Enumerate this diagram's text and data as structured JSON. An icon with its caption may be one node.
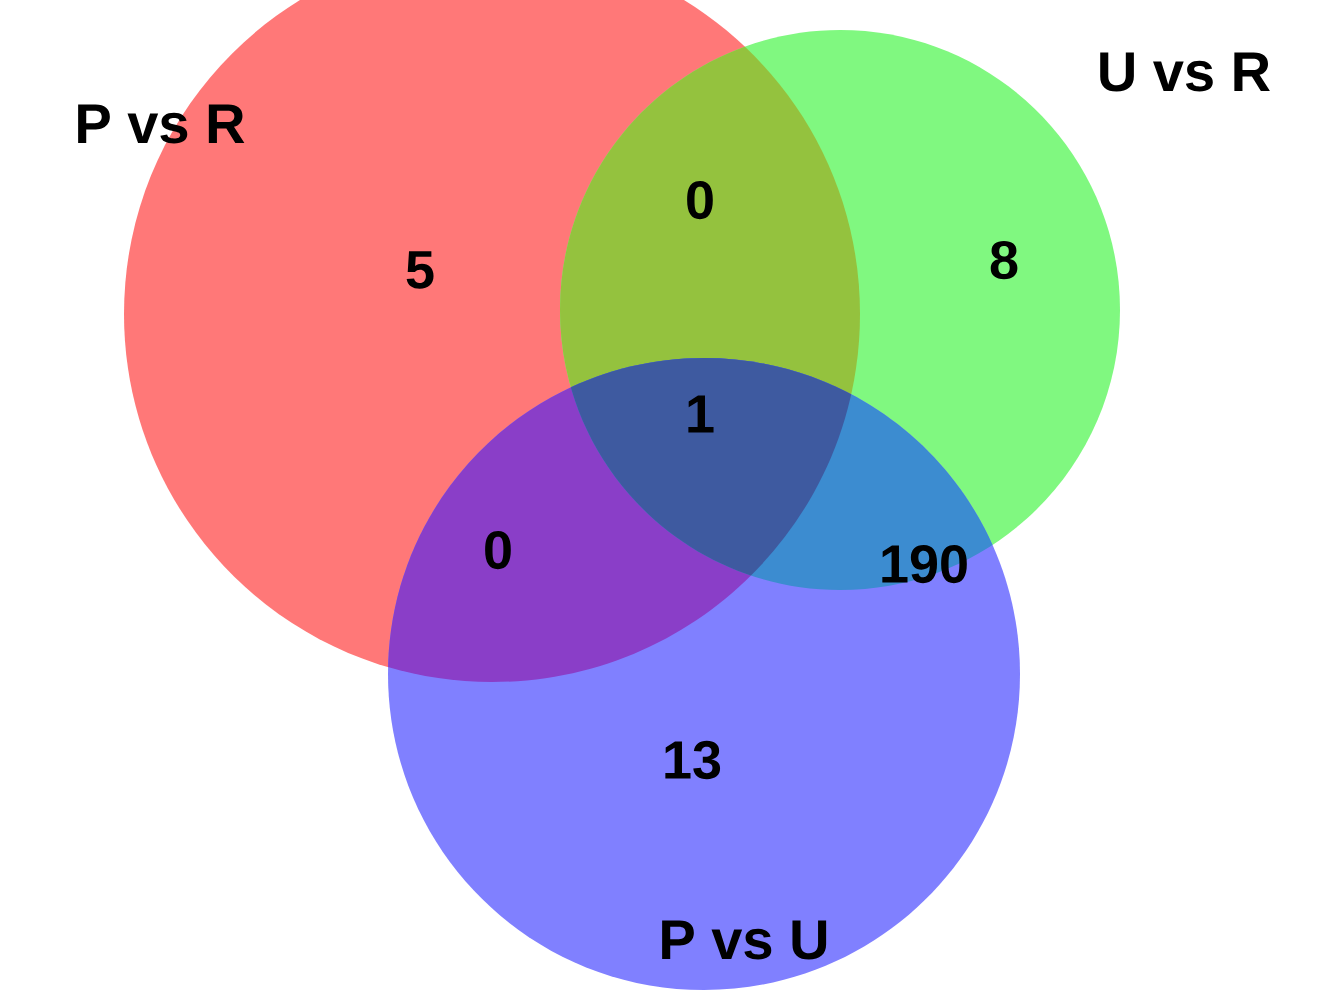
{
  "diagram": {
    "nodes": [
      {
        "text": [
          "P vs R"
        ]
      },
      {
        "text": [
          "U vs R"
        ]
      },
      {
        "text": [
          "P vs U"
        ]
      }
    ],
    "labels": [
      "5",
      "0",
      "8",
      "1",
      "0",
      "190",
      "13"
    ]
  }
}
